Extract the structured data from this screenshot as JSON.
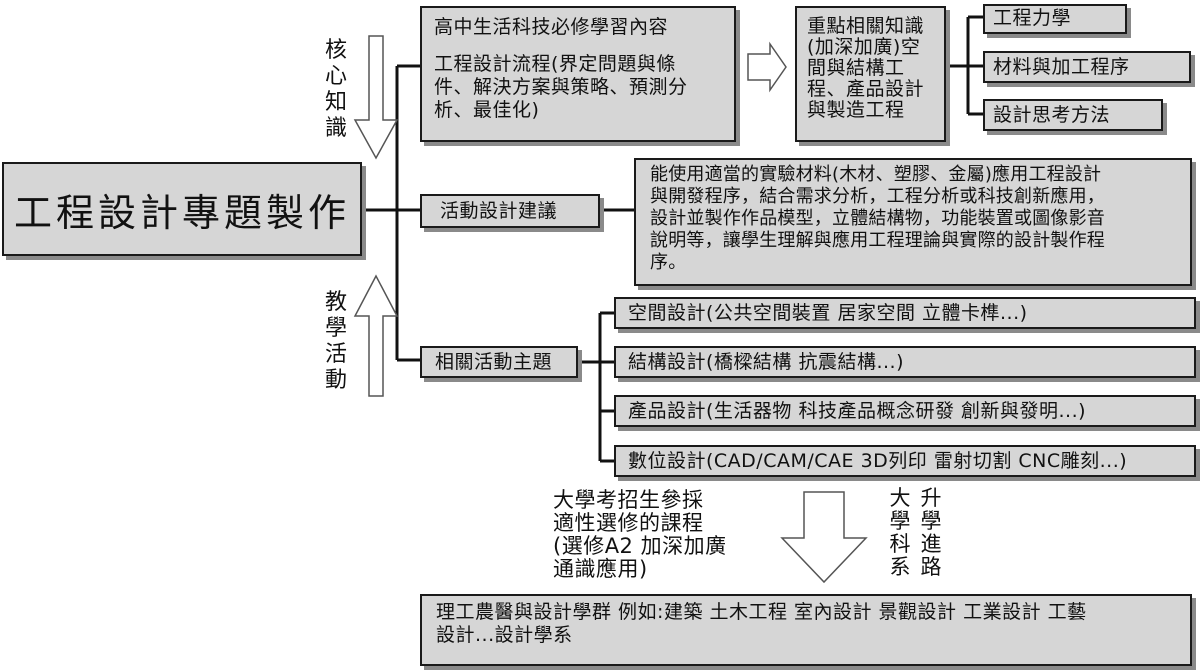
{
  "main_title": "工程設計專題製作",
  "core_label": "核心知識",
  "teaching_label": "教學活動",
  "core_content": {
    "title": "高中生活科技必修學習內容",
    "body": "工程設計流程(界定問題與條\n件、解決方案與策略、預測分\n析、最佳化)"
  },
  "advanced_knowledge": "重點相關知識\n(加深加廣)空\n間與結構工\n程、產品設計\n與製造工程",
  "advanced_topics": [
    "工程力學",
    "材料與加工程序",
    "設計思考方法"
  ],
  "activity_suggestion": {
    "label": "活動設計建議",
    "body": "能使用適當的實驗材料(木材、塑膠、金屬)應用工程設計\n與開發程序，結合需求分析，工程分析或科技創新應用，\n設計並製作作品模型，立體結構物，功能裝置或圖像影音\n說明等，讓學生理解與應用工程理論與實際的設計製作程\n序。"
  },
  "related_topics": {
    "label": "相關活動主題",
    "items": [
      "空間設計(公共空間裝置 居家空間 立體卡榫...)",
      "結構設計(橋樑結構  抗震結構...)",
      "產品設計(生活器物  科技產品概念研發 創新與發明...)",
      "數位設計(CAD/CAM/CAE 3D列印 雷射切割 CNC雕刻...)"
    ]
  },
  "university_text": "大學考招生參採\n適性選修的課程\n(選修A2 加深加廣\n通識應用)",
  "university_vertical": [
    "大學科系",
    "升學進路"
  ],
  "bottom_box": "理工農醫與設計學群  例如:建築 土木工程  室內設計 景觀設計 工業設計 工藝\n設計...設計學系"
}
